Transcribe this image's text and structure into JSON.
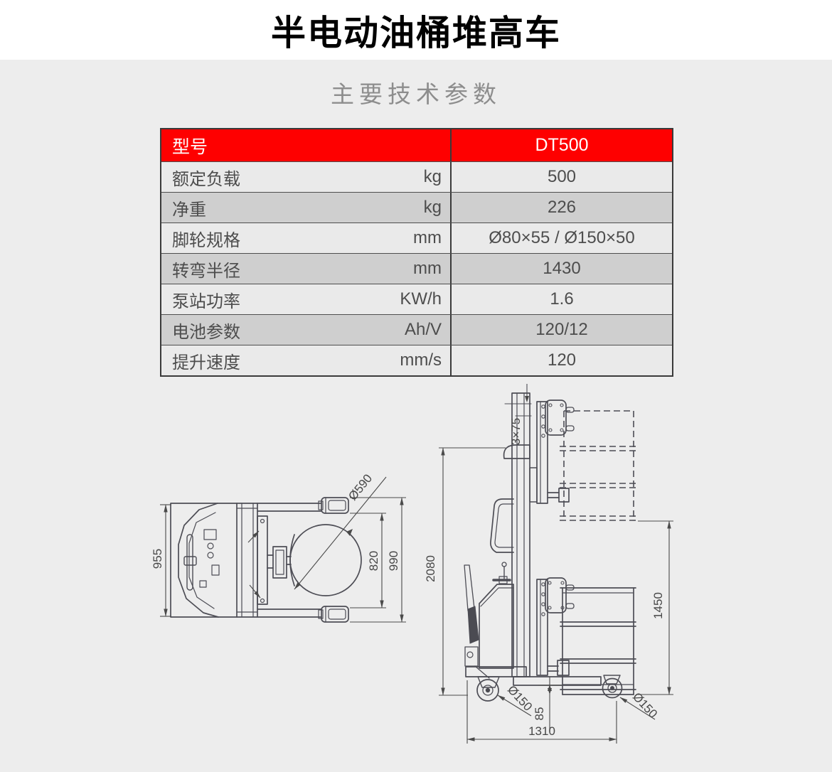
{
  "page": {
    "title": "半电动油桶堆高车",
    "subtitle": "主要技术参数"
  },
  "colors": {
    "accent_red": "#fe0000",
    "page_bg": "#ededed",
    "row_light": "#eaeaea",
    "row_dark": "#cfcfcf",
    "drawing_line": "#4d4d55"
  },
  "spec_table": {
    "header": {
      "label": "型号",
      "value": "DT500"
    },
    "rows": [
      {
        "label": "额定负载",
        "unit": "kg",
        "value": "500"
      },
      {
        "label": "净重",
        "unit": "kg",
        "value": "226"
      },
      {
        "label": "脚轮规格",
        "unit": "mm",
        "value": "Ø80×55 / Ø150×50"
      },
      {
        "label": "转弯半径",
        "unit": "mm",
        "value": "1430"
      },
      {
        "label": "泵站功率",
        "unit": "KW/h",
        "value": "1.6"
      },
      {
        "label": "电池参数",
        "unit": "Ah/V",
        "value": "120/12"
      },
      {
        "label": "提升速度",
        "unit": "mm/s",
        "value": "120"
      }
    ]
  },
  "drawings": {
    "top_view": {
      "dims": {
        "width": "955",
        "drum_dia": "Ø590",
        "inner_width": "820",
        "overall_width": "990"
      }
    },
    "side_view": {
      "dims": {
        "height": "2080",
        "mast_pitch": "3×75",
        "drum_top_height": "1450",
        "wheel_front": "Ø150",
        "wheel_rear": "Ø150",
        "fork_height": "85",
        "length": "1310"
      }
    }
  }
}
